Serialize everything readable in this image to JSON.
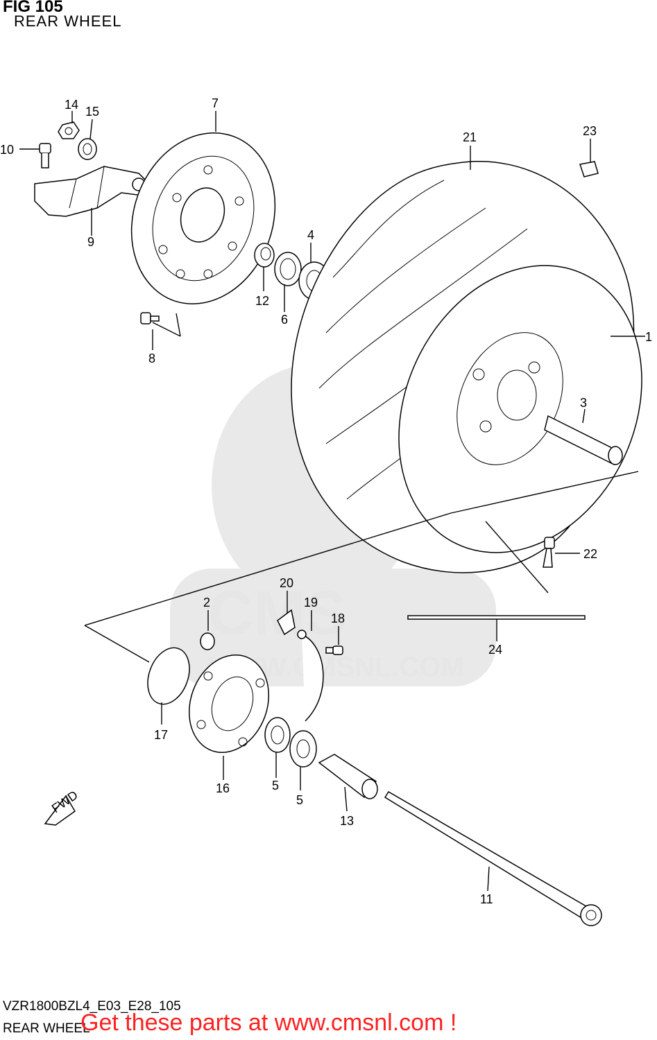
{
  "header": {
    "fig_label": "FIG 105",
    "title": "REAR WHEEL"
  },
  "footer": {
    "model_code": "VZR1800BZL4_E03_E28_105",
    "section_name": "REAR WHEEL",
    "promo_text": "Get these parts at www.cmsnl.com !",
    "promo_color": "#ff2020"
  },
  "watermark": {
    "logo_text": "CMS",
    "url_text": "WWW.CMSNL.COM"
  },
  "direction_marker": {
    "text": "FWD"
  },
  "callouts": [
    "1",
    "2",
    "3",
    "4",
    "5",
    "5",
    "6",
    "7",
    "8",
    "9",
    "10",
    "11",
    "12",
    "13",
    "14",
    "15",
    "16",
    "17",
    "18",
    "19",
    "20",
    "21",
    "22",
    "23",
    "24"
  ]
}
